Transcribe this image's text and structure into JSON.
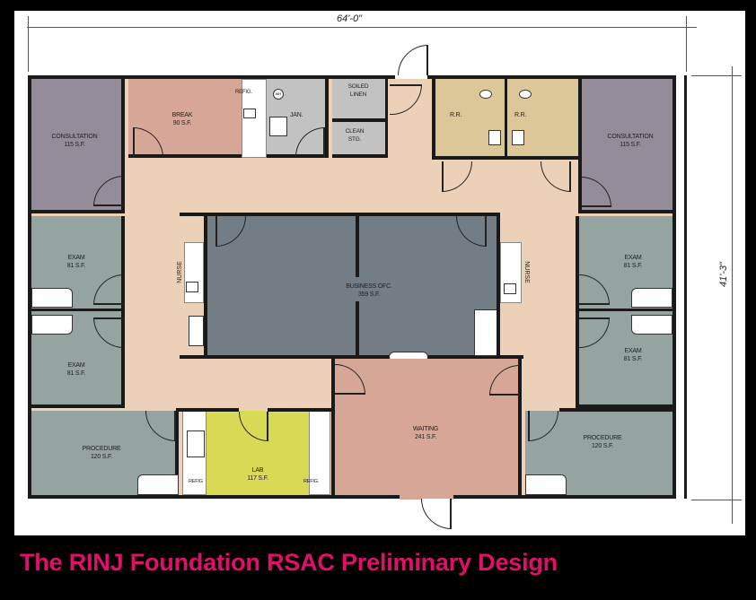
{
  "plan": {
    "dimensions": {
      "width": "64'-0\"",
      "height": "41'-3\""
    },
    "colors": {
      "corridor": "#ecd0b8",
      "consultation": "#948c98",
      "exam": "#95a3a1",
      "business": "#737d86",
      "waiting": "#d6a696",
      "break": "#d6a696",
      "lab": "#d8d954",
      "restroom": "#dbc797",
      "utility": "#c2c2c2",
      "wall": "#1a1a1a",
      "title": "#e0106a"
    },
    "rooms": {
      "consultation_left": {
        "name": "CONSULTATION",
        "area": "115 S.F."
      },
      "consultation_right": {
        "name": "CONSULTATION",
        "area": "115 S.F."
      },
      "break": {
        "name": "BREAK",
        "area": "90 S.F."
      },
      "jan": {
        "name": "JAN."
      },
      "soiled_linen": {
        "name": "SOILED",
        "name2": "LINEN"
      },
      "clean_stg": {
        "name": "CLEAN",
        "name2": "STG."
      },
      "rr_left": {
        "name": "R.R."
      },
      "rr_right": {
        "name": "R.R."
      },
      "exam_left_top": {
        "name": "EXAM",
        "area": "81 S.F."
      },
      "exam_left_bottom": {
        "name": "EXAM",
        "area": "81 S.F."
      },
      "exam_right_top": {
        "name": "EXAM",
        "area": "81 S.F."
      },
      "exam_right_bottom": {
        "name": "EXAM",
        "area": "81 S.F."
      },
      "business": {
        "name": "BUSINESS OFC.",
        "area": "359 S.F."
      },
      "nurse_left": {
        "name": "NURSE"
      },
      "nurse_right": {
        "name": "NURSE"
      },
      "procedure_left": {
        "name": "PROCEDURE",
        "area": "120 S.F."
      },
      "procedure_right": {
        "name": "PROCEDURE",
        "area": "120 S.F."
      },
      "lab": {
        "name": "LAB",
        "area": "117 S.F."
      },
      "waiting": {
        "name": "WAITING",
        "area": "241 S.F."
      }
    },
    "fixtures": {
      "refig_break": "REFIG.",
      "refig_lab_left": "REFIG",
      "refig_lab_right": "REFIG.",
      "wh": "WH",
      "jan_sink": "JAN."
    }
  },
  "title": "The RINJ Foundation RSAC Preliminary Design"
}
